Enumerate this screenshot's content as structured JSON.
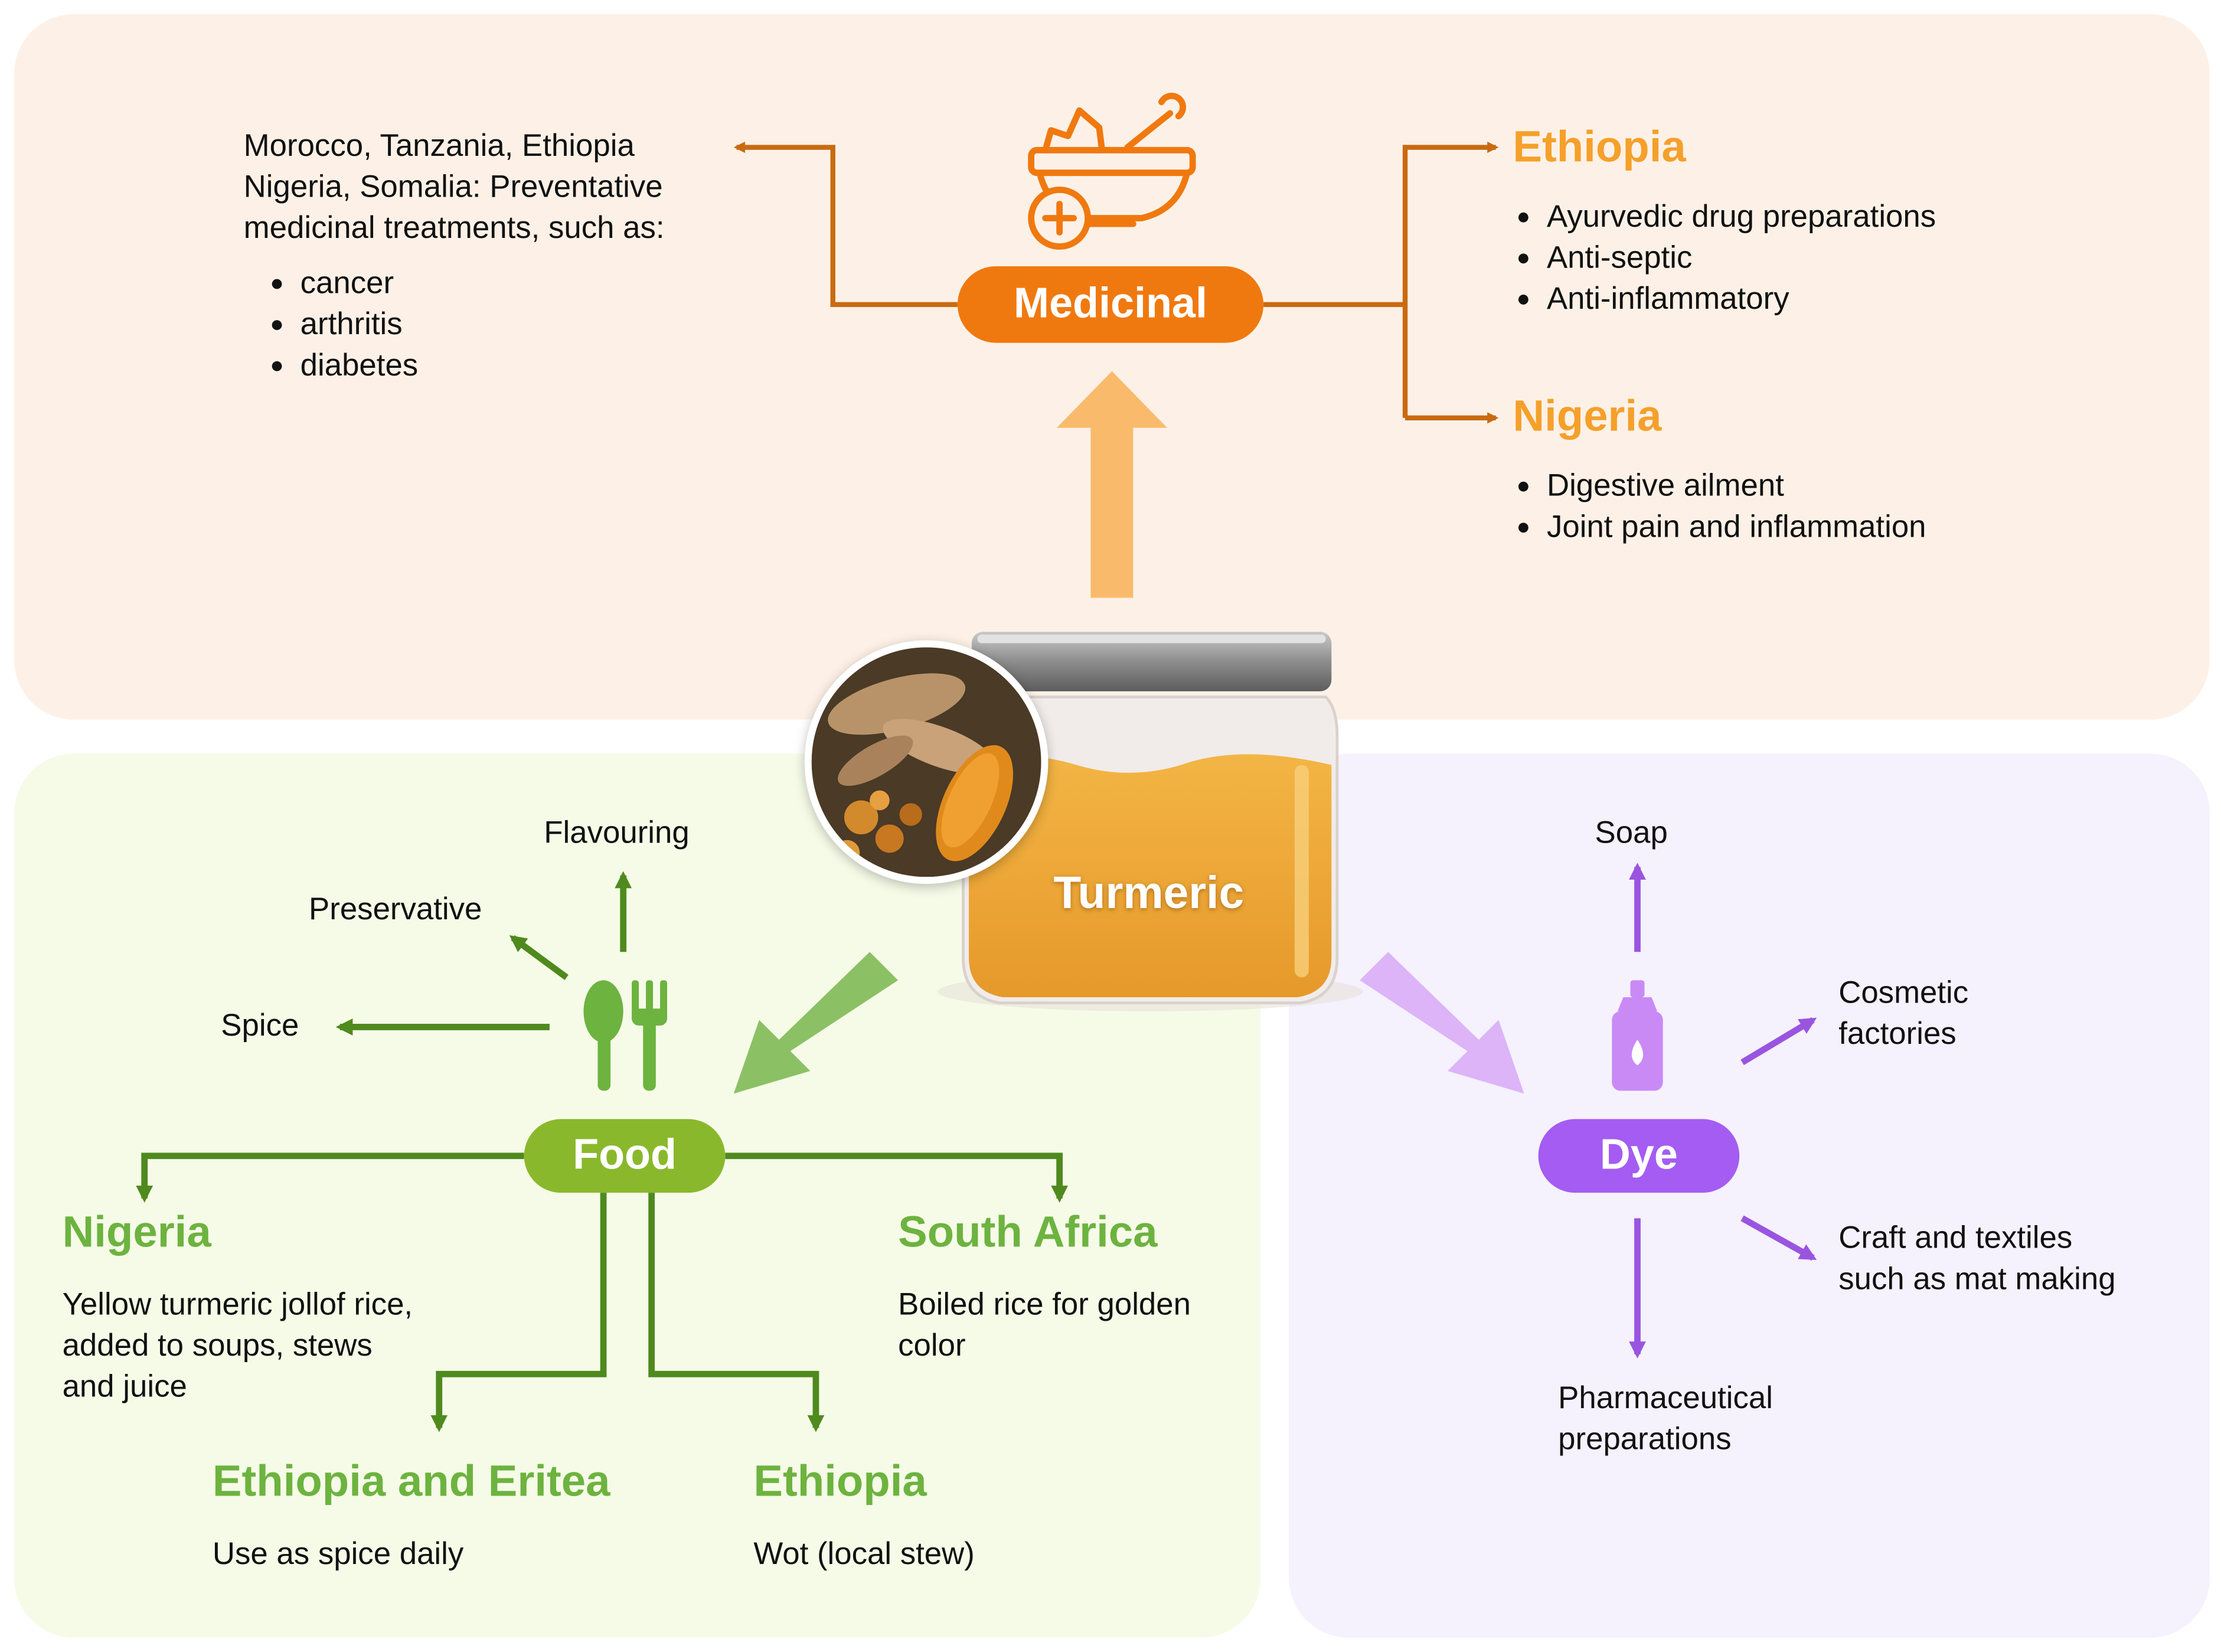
{
  "center": {
    "label": "Turmeric"
  },
  "medicinal": {
    "label": "Medicinal",
    "left": {
      "intro_lines": [
        "Morocco, Tanzania, Ethiopia",
        "Nigeria, Somalia: Preventative",
        "medicinal treatments, such as:"
      ],
      "items": [
        "cancer",
        "arthritis",
        "diabetes"
      ]
    },
    "ethiopia": {
      "title": "Ethiopia",
      "items": [
        "Ayurvedic drug preparations",
        "Anti-septic",
        "Anti-inflammatory"
      ]
    },
    "nigeria": {
      "title": "Nigeria",
      "items": [
        "Digestive ailment",
        "Joint pain and inflammation"
      ]
    }
  },
  "food": {
    "label": "Food",
    "uses": {
      "flavouring": "Flavouring",
      "preservative": "Preservative",
      "spice": "Spice"
    },
    "nigeria": {
      "title": "Nigeria",
      "lines": [
        "Yellow turmeric jollof rice,",
        "added to soups, stews",
        "and juice"
      ]
    },
    "south_africa": {
      "title": "South Africa",
      "lines": [
        "Boiled rice for golden",
        "color"
      ]
    },
    "ethiopia_eritea": {
      "title": "Ethiopia and Eritea",
      "lines": [
        "Use as spice daily"
      ]
    },
    "ethiopia": {
      "title": "Ethiopia",
      "lines": [
        "Wot (local stew)"
      ]
    }
  },
  "dye": {
    "label": "Dye",
    "soap": "Soap",
    "cosmetic_lines": [
      "Cosmetic",
      "factories"
    ],
    "craft_lines": [
      "Craft and textiles",
      "such as mat making"
    ],
    "pharma_lines": [
      "Pharmaceutical",
      "preparations"
    ]
  },
  "colors": {
    "medicinal_accent": "#f0790f",
    "medicinal_heading": "#f5a02a",
    "food_accent": "#8ab82c",
    "food_heading": "#6db33f",
    "dye_accent": "#a45cf2"
  },
  "icons": [
    "mortar-pestle-icon",
    "cutlery-icon",
    "dye-bottle-icon"
  ]
}
